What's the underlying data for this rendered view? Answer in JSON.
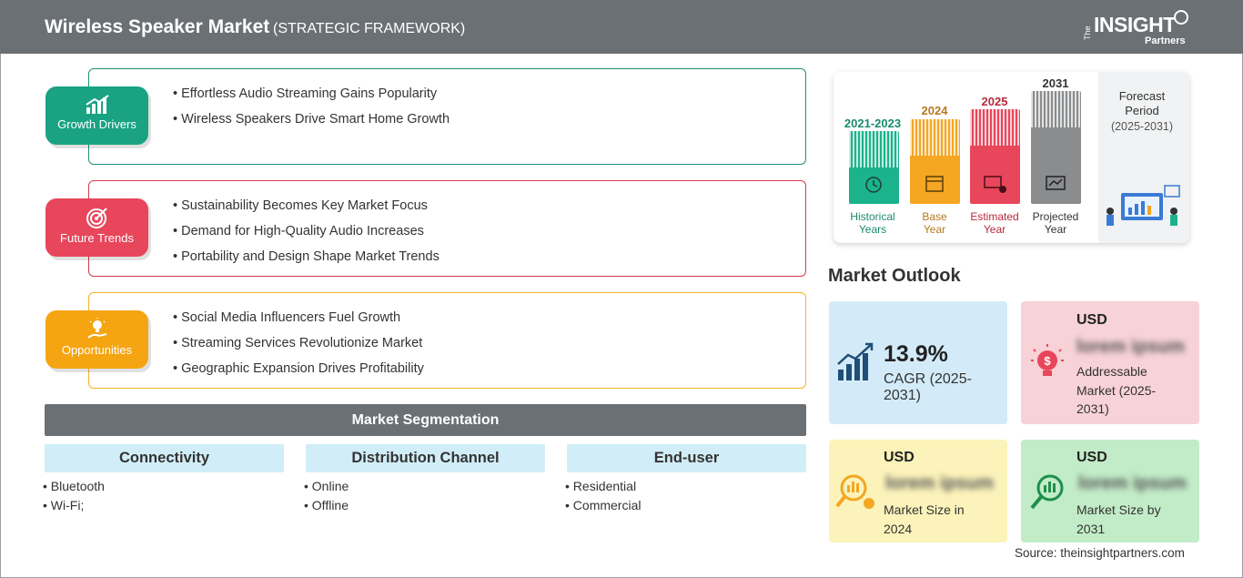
{
  "header": {
    "title": "Wireless Speaker Market",
    "subtitle": "(STRATEGIC FRAMEWORK)",
    "logo": {
      "the": "The",
      "brand": "INSIGHT",
      "partners": "Partners"
    }
  },
  "framework": [
    {
      "label": "Growth Drivers",
      "color": "#19a383",
      "border": "#1f8f76",
      "icon": "chart-growth-icon",
      "items": [
        "Effortless Audio Streaming Gains Popularity",
        "Wireless Speakers Drive Smart Home Growth"
      ]
    },
    {
      "label": "Future Trends",
      "color": "#e8465b",
      "border": "#d23b4e",
      "icon": "target-icon",
      "items": [
        "Sustainability Becomes Key Market Focus",
        "Demand for High-Quality Audio Increases",
        "Portability and Design Shape Market Trends"
      ]
    },
    {
      "label": "Opportunities",
      "color": "#f5a512",
      "border": "#f2b523",
      "icon": "lightbulb-hand-icon",
      "items": [
        "Social Media Influencers Fuel Growth",
        "Streaming Services Revolutionize Market",
        "Geographic Expansion Drives Profitability"
      ]
    }
  ],
  "segmentation": {
    "title": "Market Segmentation",
    "columns": [
      {
        "header": "Connectivity",
        "items": [
          "Bluetooth",
          "Wi-Fi;"
        ]
      },
      {
        "header": "Distribution Channel",
        "items": [
          "Online",
          "Offline"
        ]
      },
      {
        "header": "End-user",
        "items": [
          "Residential",
          "Commercial"
        ]
      }
    ]
  },
  "timeline": {
    "bars": [
      {
        "year": "2021-2023",
        "label_line1": "Historical",
        "label_line2": "Years",
        "color": "#1ab38c",
        "text_color": "#1a8a6e",
        "icon": "history-icon"
      },
      {
        "year": "2024",
        "label_line1": "Base",
        "label_line2": "Year",
        "color": "#f5a623",
        "text_color": "#b7791f",
        "icon": "calendar-icon"
      },
      {
        "year": "2025",
        "label_line1": "Estimated",
        "label_line2": "Year",
        "color": "#e8465b",
        "text_color": "#b8293c",
        "icon": "estimate-icon"
      },
      {
        "year": "2031",
        "label_line1": "Projected",
        "label_line2": "Year",
        "color": "#8a8c8e",
        "text_color": "#333333",
        "icon": "projection-icon"
      }
    ],
    "forecast_label": "Forecast Period",
    "forecast_years": "(2025-2031)"
  },
  "outlook": {
    "title": "Market Outlook",
    "cagr_value": "13.9%",
    "cagr_label": "CAGR (2025-2031)",
    "addressable_usd": "USD",
    "addressable_value": "lorem ipsum",
    "addressable_label": "Addressable Market (2025-2031)",
    "size2024_usd": "USD",
    "size2024_value": "lorem ipsum",
    "size2024_label": "Market Size in 2024",
    "size2031_usd": "USD",
    "size2031_value": "lorem ipsum",
    "size2031_label": "Market Size by 2031"
  },
  "source": "Source: theinsightpartners.com"
}
